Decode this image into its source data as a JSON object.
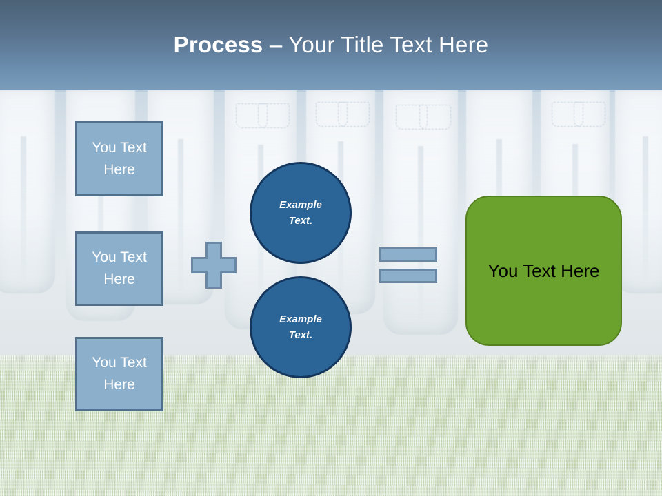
{
  "slide": {
    "title_bold": "Process",
    "title_regular": " – Your Title Text Here",
    "title_full": "Process – Your Title Text Here"
  },
  "colors": {
    "header_top": "#4b6276",
    "header_bottom": "#7b9dbb",
    "step_fill": "#8cb0cc",
    "step_border": "#53708b",
    "circle_fill": "#2b6496",
    "circle_border": "#14365c",
    "result_fill": "#6ba22e",
    "result_border": "#55801f",
    "operator_fill": "#8cb0cc",
    "operator_border": "#6a87a3",
    "title_text": "#ffffff",
    "result_text": "#000000"
  },
  "steps": [
    {
      "line1": "You Text",
      "line2": "Here"
    },
    {
      "line1": "You Text",
      "line2": "Here"
    },
    {
      "line1": "You Text",
      "line2": "Here"
    }
  ],
  "circles": [
    {
      "line1": "Example",
      "line2": "Text."
    },
    {
      "line1": "Example",
      "line2": "Text."
    }
  ],
  "operators": {
    "plus": "+",
    "equals": "="
  },
  "result": {
    "label": "You Text Here"
  },
  "background": {
    "description": "jeans-on-clothesline-photo",
    "sky": "pale-blue-sky",
    "ground": "green-grass-field"
  }
}
